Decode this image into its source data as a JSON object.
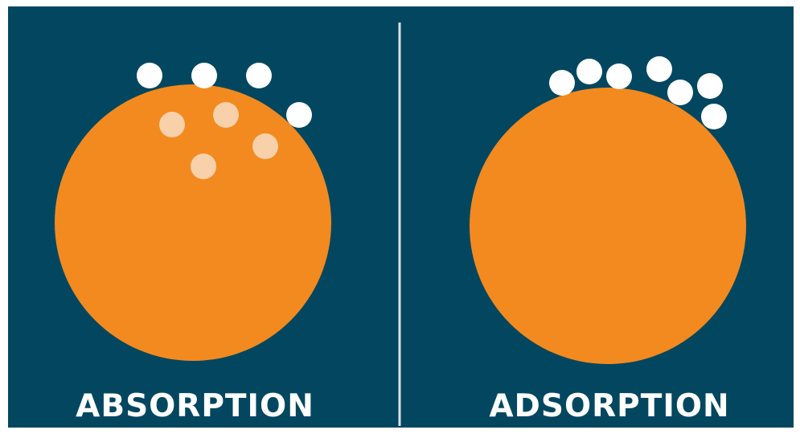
{
  "panels": [
    {
      "label": "ABSORPTION",
      "particles_outside": 4,
      "particles_absorbed": 4
    },
    {
      "label": "ADSORPTION",
      "particles_on_surface": 7
    }
  ],
  "colors": {
    "background": "#02475f",
    "sphere": "#f38a1f",
    "particle": "#ffffff",
    "absorbed_particle": "#f8d1ab",
    "divider": "#d9e3e7",
    "label": "#ffffff"
  }
}
